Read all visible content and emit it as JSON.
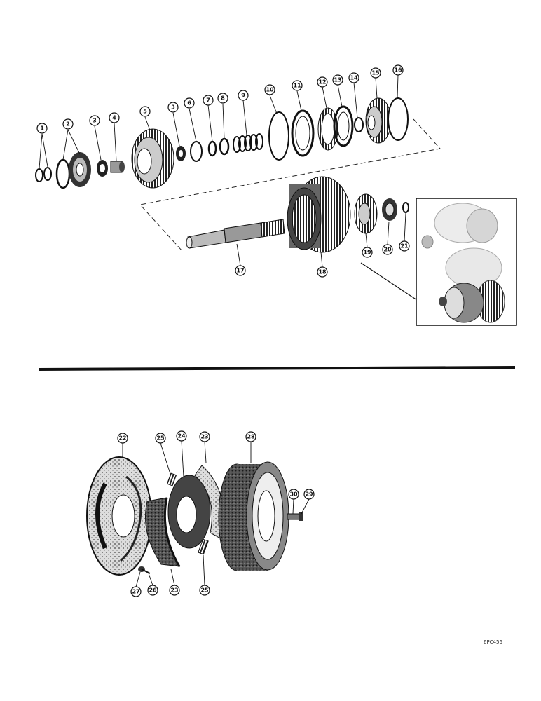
{
  "callouts": [
    {
      "id": "c1",
      "label": "1"
    },
    {
      "id": "c2",
      "label": "2"
    },
    {
      "id": "c3a",
      "label": "3"
    },
    {
      "id": "c4",
      "label": "4"
    },
    {
      "id": "c5",
      "label": "5"
    },
    {
      "id": "c3b",
      "label": "3"
    },
    {
      "id": "c6",
      "label": "6"
    },
    {
      "id": "c7",
      "label": "7"
    },
    {
      "id": "c8",
      "label": "8"
    },
    {
      "id": "c9",
      "label": "9"
    },
    {
      "id": "c10",
      "label": "10"
    },
    {
      "id": "c11",
      "label": "11"
    },
    {
      "id": "c12",
      "label": "12"
    },
    {
      "id": "c13",
      "label": "13"
    },
    {
      "id": "c14",
      "label": "14"
    },
    {
      "id": "c15",
      "label": "15"
    },
    {
      "id": "c16",
      "label": "16"
    },
    {
      "id": "c17",
      "label": "17"
    },
    {
      "id": "c18",
      "label": "18"
    },
    {
      "id": "c19",
      "label": "19"
    },
    {
      "id": "c20",
      "label": "20"
    },
    {
      "id": "c21",
      "label": "21"
    },
    {
      "id": "c22",
      "label": "22"
    },
    {
      "id": "c25a",
      "label": "25"
    },
    {
      "id": "c24",
      "label": "24"
    },
    {
      "id": "c23a",
      "label": "23"
    },
    {
      "id": "c28",
      "label": "28"
    },
    {
      "id": "c30",
      "label": "30"
    },
    {
      "id": "c29",
      "label": "29"
    },
    {
      "id": "c27",
      "label": "27"
    },
    {
      "id": "c26",
      "label": "26"
    },
    {
      "id": "c23b",
      "label": "23"
    },
    {
      "id": "c25b",
      "label": "25"
    }
  ],
  "reference_code": "6PC456"
}
